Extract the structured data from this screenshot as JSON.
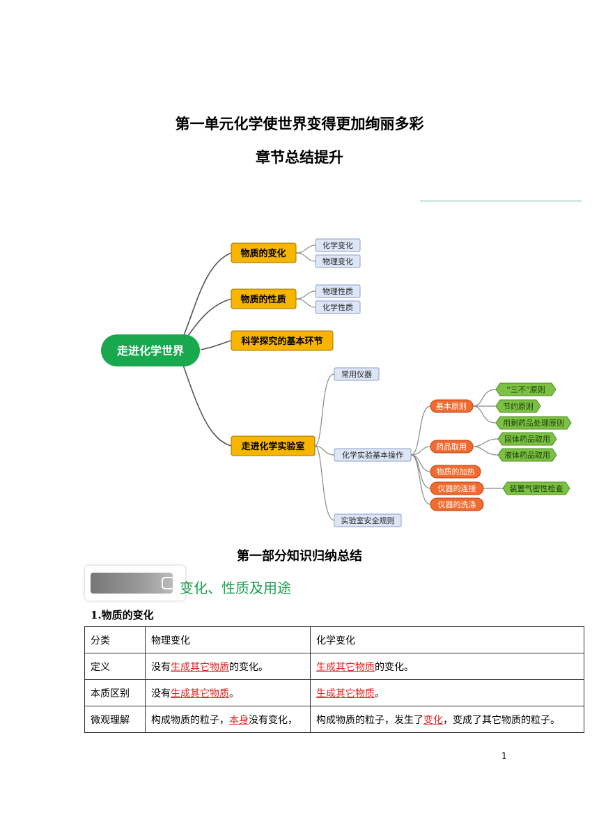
{
  "header": {
    "title": "第一单元化学使世界变得更加绚丽多彩",
    "subtitle": "章节总结提升"
  },
  "mindmap": {
    "root": "走进化学世界",
    "branches": {
      "b1": "物质的变化",
      "b1_c1": "化学变化",
      "b1_c2": "物理变化",
      "b2": "物质的性质",
      "b2_c1": "物理性质",
      "b2_c2": "化学性质",
      "b3": "科学探究的基本环节",
      "b4": "走进化学实验室",
      "b4_c1": "常用仪器",
      "b4_c2": "化学实验基本操作",
      "b4_c3": "实验室安全规则",
      "op1": "基本原则",
      "op1_l1": "“三不”原则",
      "op1_l2": "节约原则",
      "op1_l3": "用剩药品处理原则",
      "op2": "药品取用",
      "op2_l1": "固体药品取用",
      "op2_l2": "液体药品取用",
      "op3": "物质的加热",
      "op4": "仪器的连接",
      "op4_l1": "装置气密性检查",
      "op5": "仪器的洗涤"
    },
    "colors": {
      "root": "#1aa84f",
      "branch": "#f7b500",
      "leaf_blue": "#dde6f7",
      "op_orange": "#f26a2e",
      "leaf_green": "#7cc142"
    }
  },
  "part": {
    "title": "第一部分知识归纳总结",
    "section_heading": "变化、性质及用途",
    "sub_heading": "1.物质的变化"
  },
  "table": {
    "headers": [
      "分类",
      "物理变化",
      "化学变化"
    ],
    "row1": {
      "label": "定义",
      "p_pre": "没有",
      "p_u": "生成其它物质",
      "p_post": "的变化。",
      "c_u": "生成其它物质",
      "c_post": "的变化。"
    },
    "row2": {
      "label": "本质区别",
      "p_pre": "没有",
      "p_u": "生成其它物质",
      "p_post": "。",
      "c_u": "生成其它物质",
      "c_post": "。"
    },
    "row3": {
      "label": "微观理解",
      "p_pre": "构成物质的粒子，",
      "p_u": "本身",
      "p_post": "没有变化，",
      "c_pre": "构成物质的粒子，发生了",
      "c_u": "变化",
      "c_post": "，变成了其它物质的粒子。"
    }
  },
  "footer": {
    "page_number": "1"
  }
}
